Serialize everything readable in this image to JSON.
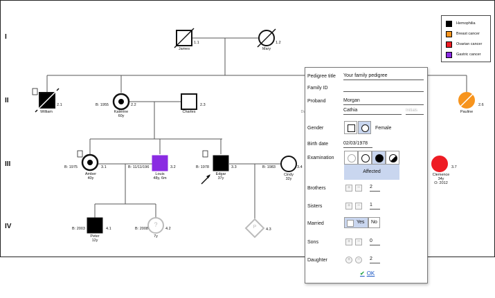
{
  "generations": [
    "I",
    "II",
    "III",
    "IV"
  ],
  "people": {
    "james": {
      "name": "James",
      "id": "1.1"
    },
    "mary": {
      "name": "Mary",
      "id": "1.2"
    },
    "william": {
      "name": "William",
      "id": "2.1"
    },
    "katerine": {
      "name": "Katerine",
      "id": "2.2",
      "birth": "B: 1955",
      "age": "60y"
    },
    "charles": {
      "name": "Charles",
      "id": "2.3"
    },
    "du_partial": {
      "name": "Du"
    },
    "pauline": {
      "name": "Pauline",
      "id": "2.6"
    },
    "amber": {
      "name": "Amber",
      "id": "3.1",
      "birth": "B: 1975",
      "age": "40y"
    },
    "louis": {
      "name": "Louis",
      "id": "3.2",
      "birth": "B: 11/11/196",
      "age": "48y, 6m"
    },
    "edgar": {
      "name": "Edgar",
      "id": "3.3",
      "birth": "B: 1978",
      "age": "37y"
    },
    "cindy": {
      "name": "Cindy",
      "id": "3.4",
      "birth": "B: 1983",
      "age": "32y"
    },
    "clemence": {
      "name": "Clemence",
      "id": "3.7",
      "age": "34y",
      "extra": "O: 2012"
    },
    "peter": {
      "name": "Peter",
      "id": "4.1",
      "birth": "B: 2003",
      "age": "12y"
    },
    "unknown42": {
      "id": "4.2",
      "birth": "B: 2008",
      "age": "7y",
      "symbol": "?"
    },
    "pregnancy": {
      "id": "4.3",
      "symbol": "P"
    }
  },
  "legend": [
    {
      "label": "Hemophilia",
      "color": "#000000"
    },
    {
      "label": "Breast cancer",
      "color": "#f7941d"
    },
    {
      "label": "Ovarian cancer",
      "color": "#ee1c24"
    },
    {
      "label": "Gastric cancer",
      "color": "#8a2be2"
    }
  ],
  "dialog": {
    "pedigree_title_label": "Pedigree title",
    "pedigree_title_value": "Your family pedigree",
    "family_id_label": "Family ID",
    "family_id_value": "",
    "proband_label": "Proband",
    "proband_last": "Morgan",
    "proband_first": "Cathia",
    "initials_placeholder": "Initials",
    "gender_label": "Gender",
    "gender_value": "Female",
    "birth_label": "Birth date",
    "birth_value": "02/03/1978",
    "exam_label": "Examination",
    "exam_value": "Affected",
    "brothers_label": "Brothers",
    "brothers_value": "2",
    "sisters_label": "Sisters",
    "sisters_value": "1",
    "married_label": "Married",
    "married_yes": "Yes",
    "married_no": "No",
    "sons_label": "Sons",
    "sons_value": "0",
    "daughter_label": "Daughter",
    "daughter_value": "2",
    "ok_label": "OK"
  },
  "colors": {
    "affected": "#000000",
    "breast": "#f7941d",
    "ovarian": "#ee1c24",
    "gastric": "#8a2be2",
    "dialog_accent": "#c9d6ef",
    "ok_green": "#2fa84f"
  }
}
